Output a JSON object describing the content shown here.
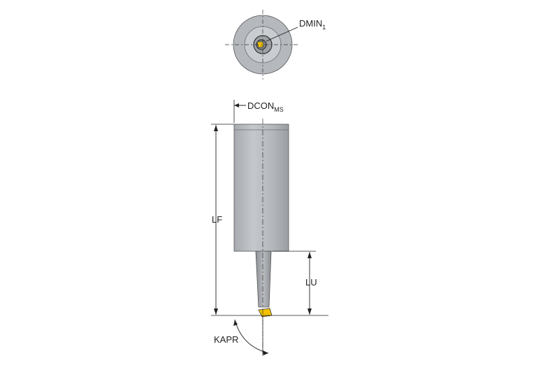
{
  "labels": {
    "dmin": "DMIN",
    "dmin_sub": "1",
    "dcon": "DCON",
    "dcon_sub": "MS",
    "lf": "LF",
    "lu": "LU",
    "kapr": "KAPR"
  },
  "colors": {
    "body_gray": "#b3b6ba",
    "body_dark": "#8e9196",
    "insert_yellow": "#f2c200",
    "line": "#1a1a1a"
  }
}
